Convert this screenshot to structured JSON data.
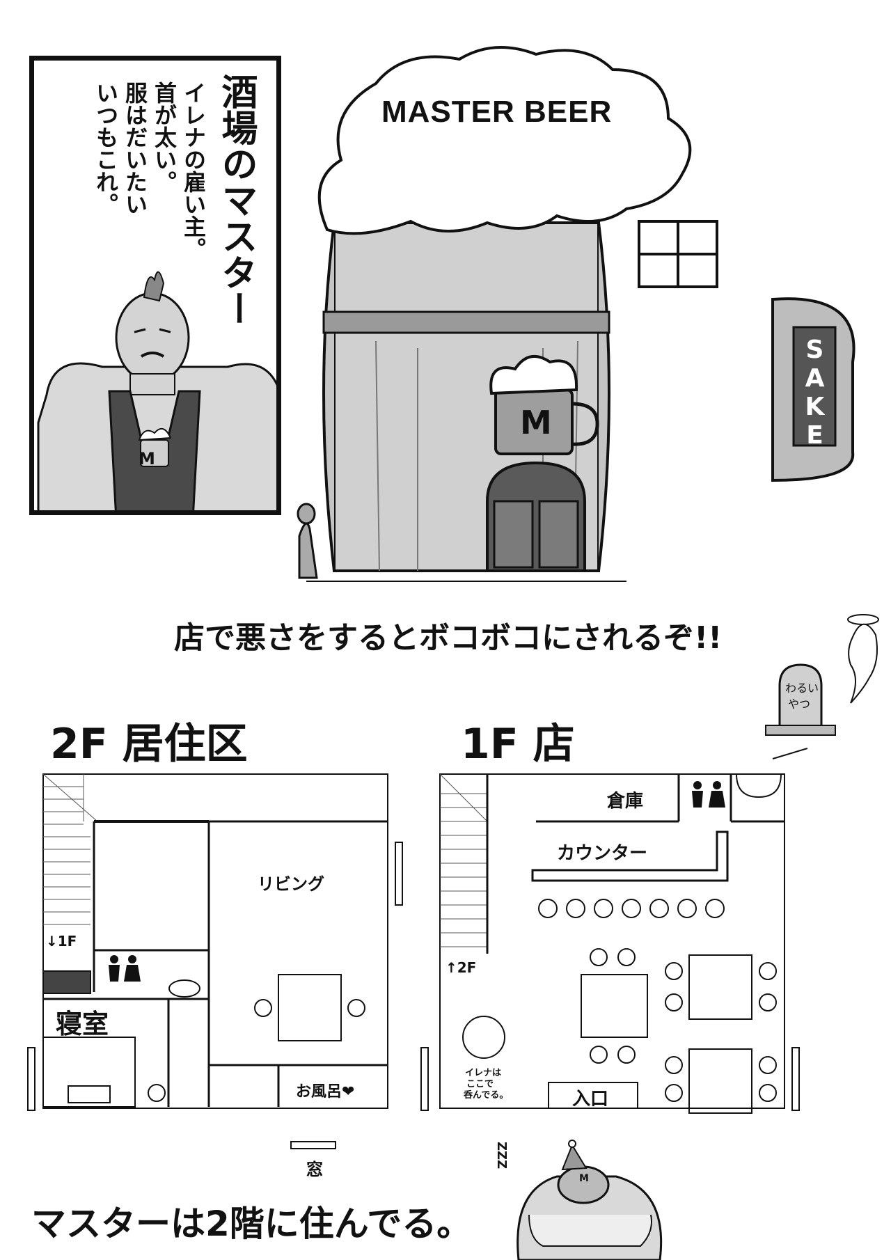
{
  "intro": {
    "title": "酒場のマスター",
    "line1": "イレナの雇い主。",
    "line2": "首が太い。",
    "line3": "服はだいたい",
    "line4": "いつもこれ。",
    "apron_mark": "M"
  },
  "building": {
    "sign": "MASTER BEER",
    "side_sign": "SAKE",
    "mug_mark": "M"
  },
  "warning": "店で悪さをするとボコボコにされるぞ!!",
  "grave": {
    "text_line1": "わるい",
    "text_line2": "やつ"
  },
  "floor2": {
    "heading": "2F 居住区",
    "stairs_label": "↓1F",
    "living": "リビング",
    "bedroom": "寝室",
    "bath": "お風呂❤",
    "window": "窓"
  },
  "floor1": {
    "heading": "1F 店",
    "storage": "倉庫",
    "counter": "カウンター",
    "stairs_label": "↑2F",
    "irena_note_1": "イレナは",
    "irena_note_2": "ここで",
    "irena_note_3": "呑んでる。",
    "entrance": "入口"
  },
  "footer": {
    "caption": "マスターは2階に住んでる。",
    "zzz": "ZZZ",
    "sleeper_mark": "M"
  }
}
